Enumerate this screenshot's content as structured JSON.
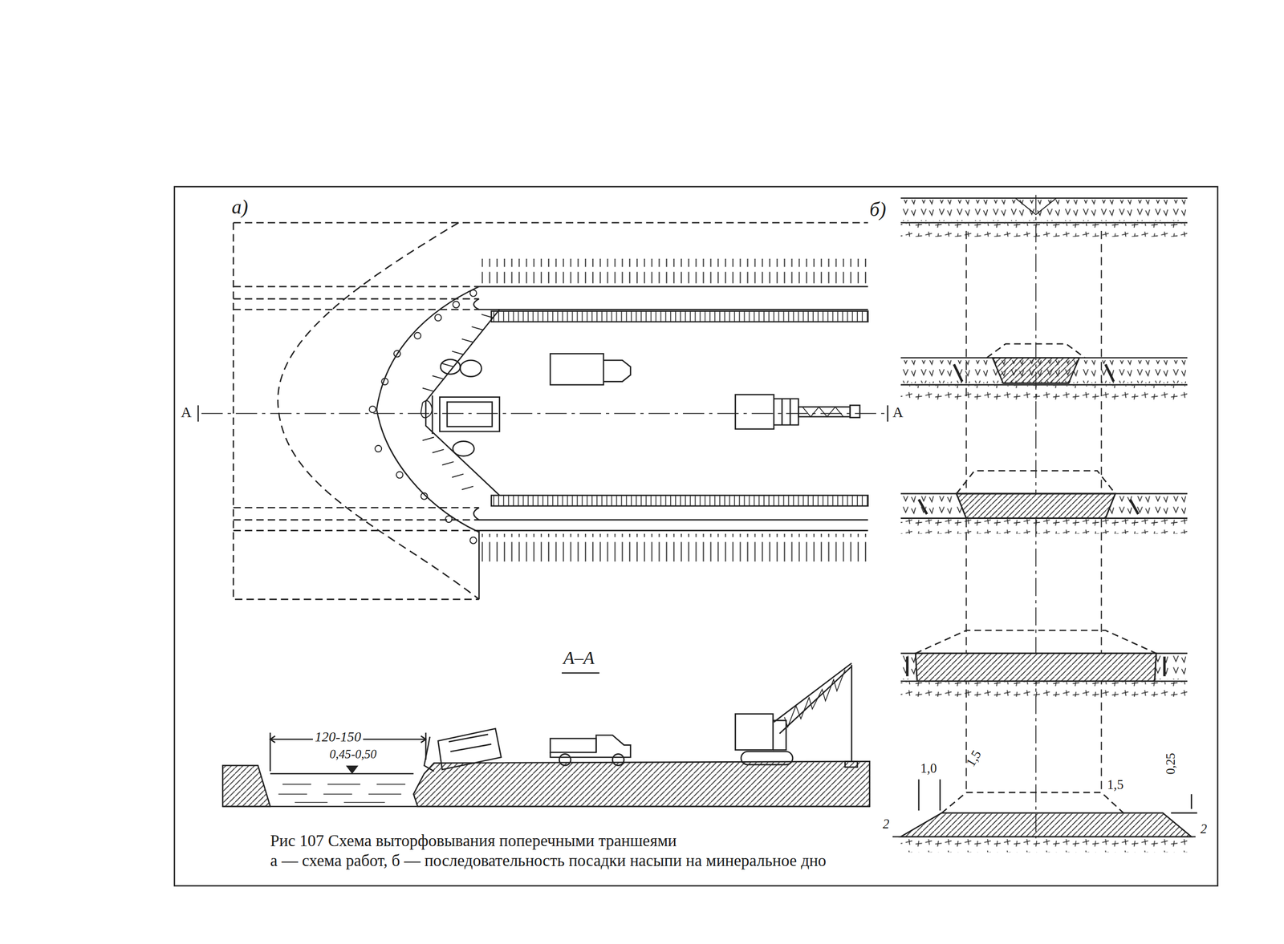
{
  "diagram": {
    "caption": "Рис 107 Схема выторфовывания поперечными траншеями",
    "labels": [
      "а)",
      "б)",
      "А",
      "А",
      "А–А",
      "120-150",
      "0,45-0,50",
      "1,0",
      "1,5",
      "1,5",
      "0,25",
      "2",
      "2",
      "а — схема работ, б — последовательность посадки насыпи на минеральное дно"
    ]
  }
}
